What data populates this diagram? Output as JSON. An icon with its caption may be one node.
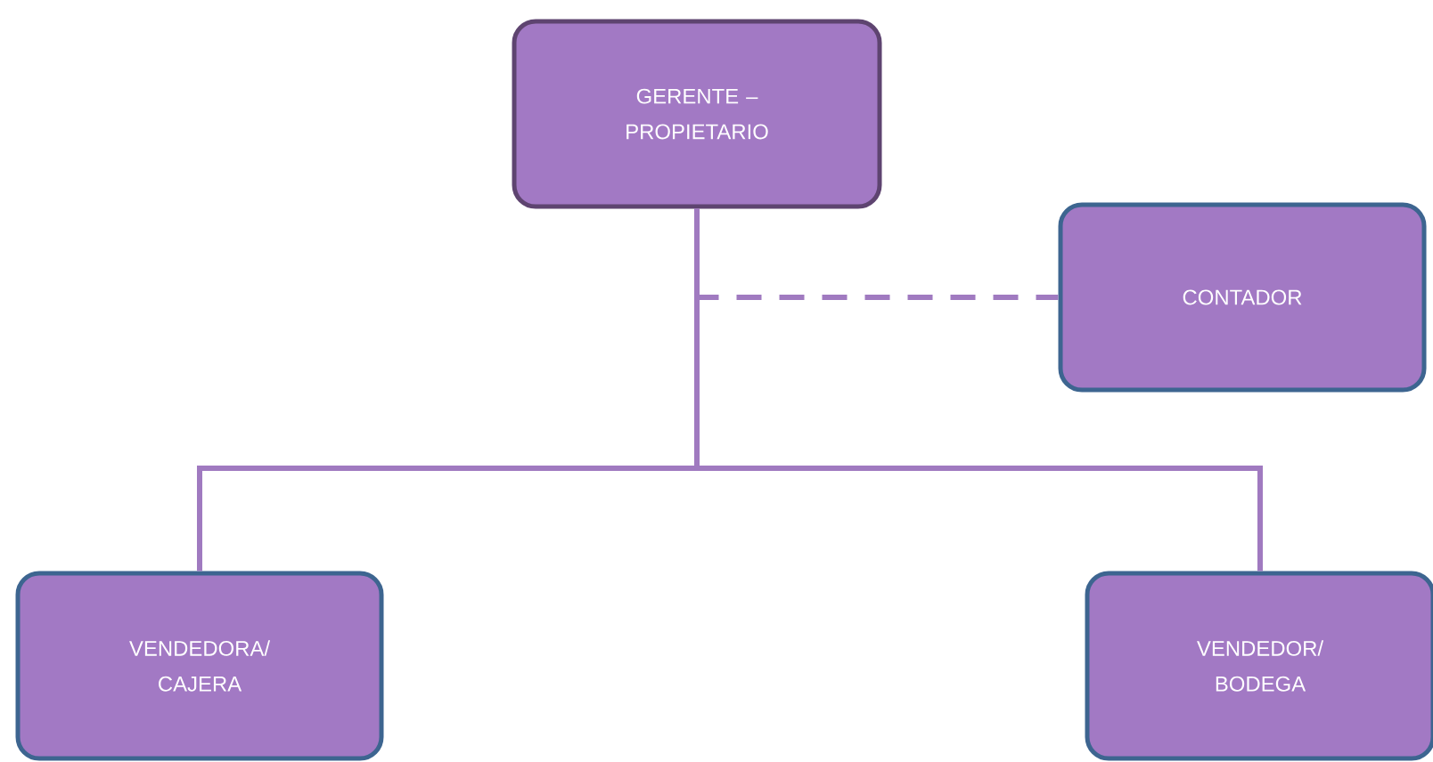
{
  "diagram": {
    "nodes": [
      {
        "text": [
          "GERENTE – PROPIETARIO"
        ]
      },
      {
        "text": [
          "CONTADOR"
        ]
      },
      {
        "text": [
          "VENDEDORA/ CAJERA"
        ]
      },
      {
        "text": [
          "VENDEDOR/ BODEGA"
        ]
      }
    ],
    "edges": [
      {
        "from": 0,
        "to": 1,
        "arrow": "none",
        "style": "dashed"
      },
      {
        "from": 0,
        "to": 2,
        "arrow": "none"
      },
      {
        "from": 0,
        "to": 3,
        "arrow": "none"
      }
    ]
  }
}
